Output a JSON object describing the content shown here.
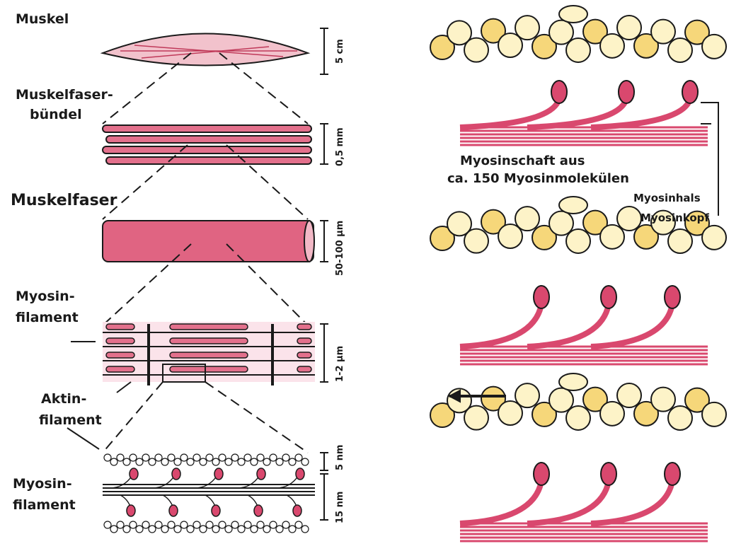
{
  "left_labels": {
    "muskel": "Muskel",
    "buendel_1": "Muskelfaser-",
    "buendel_2": "bündel",
    "muskelfaser": "Muskelfaser",
    "myosin_1": "Myosin-",
    "myosin_2": "filament",
    "aktin_1": "Aktin-",
    "aktin_2": "filament",
    "myosin2_1": "Myosin-",
    "myosin2_2": "filament"
  },
  "scales": {
    "muskel": "5 cm",
    "buendel": "0,5 mm",
    "faser": "50-100 µm",
    "filament": "1-2 µm",
    "aktin": "5 nm",
    "myosin": "15 nm"
  },
  "right_labels": {
    "schaft_1": "Myosinschaft aus",
    "schaft_2": "ca. 150 Myosinmolekülen",
    "hals": "Myosinhals",
    "kopf": "Myosinkopf"
  },
  "colors": {
    "pink": "#d9486e",
    "pink_light": "#f2b8c6",
    "yellow": "#f6d77a",
    "bead": "#fdf3c8",
    "ink": "#1a1a1a"
  }
}
